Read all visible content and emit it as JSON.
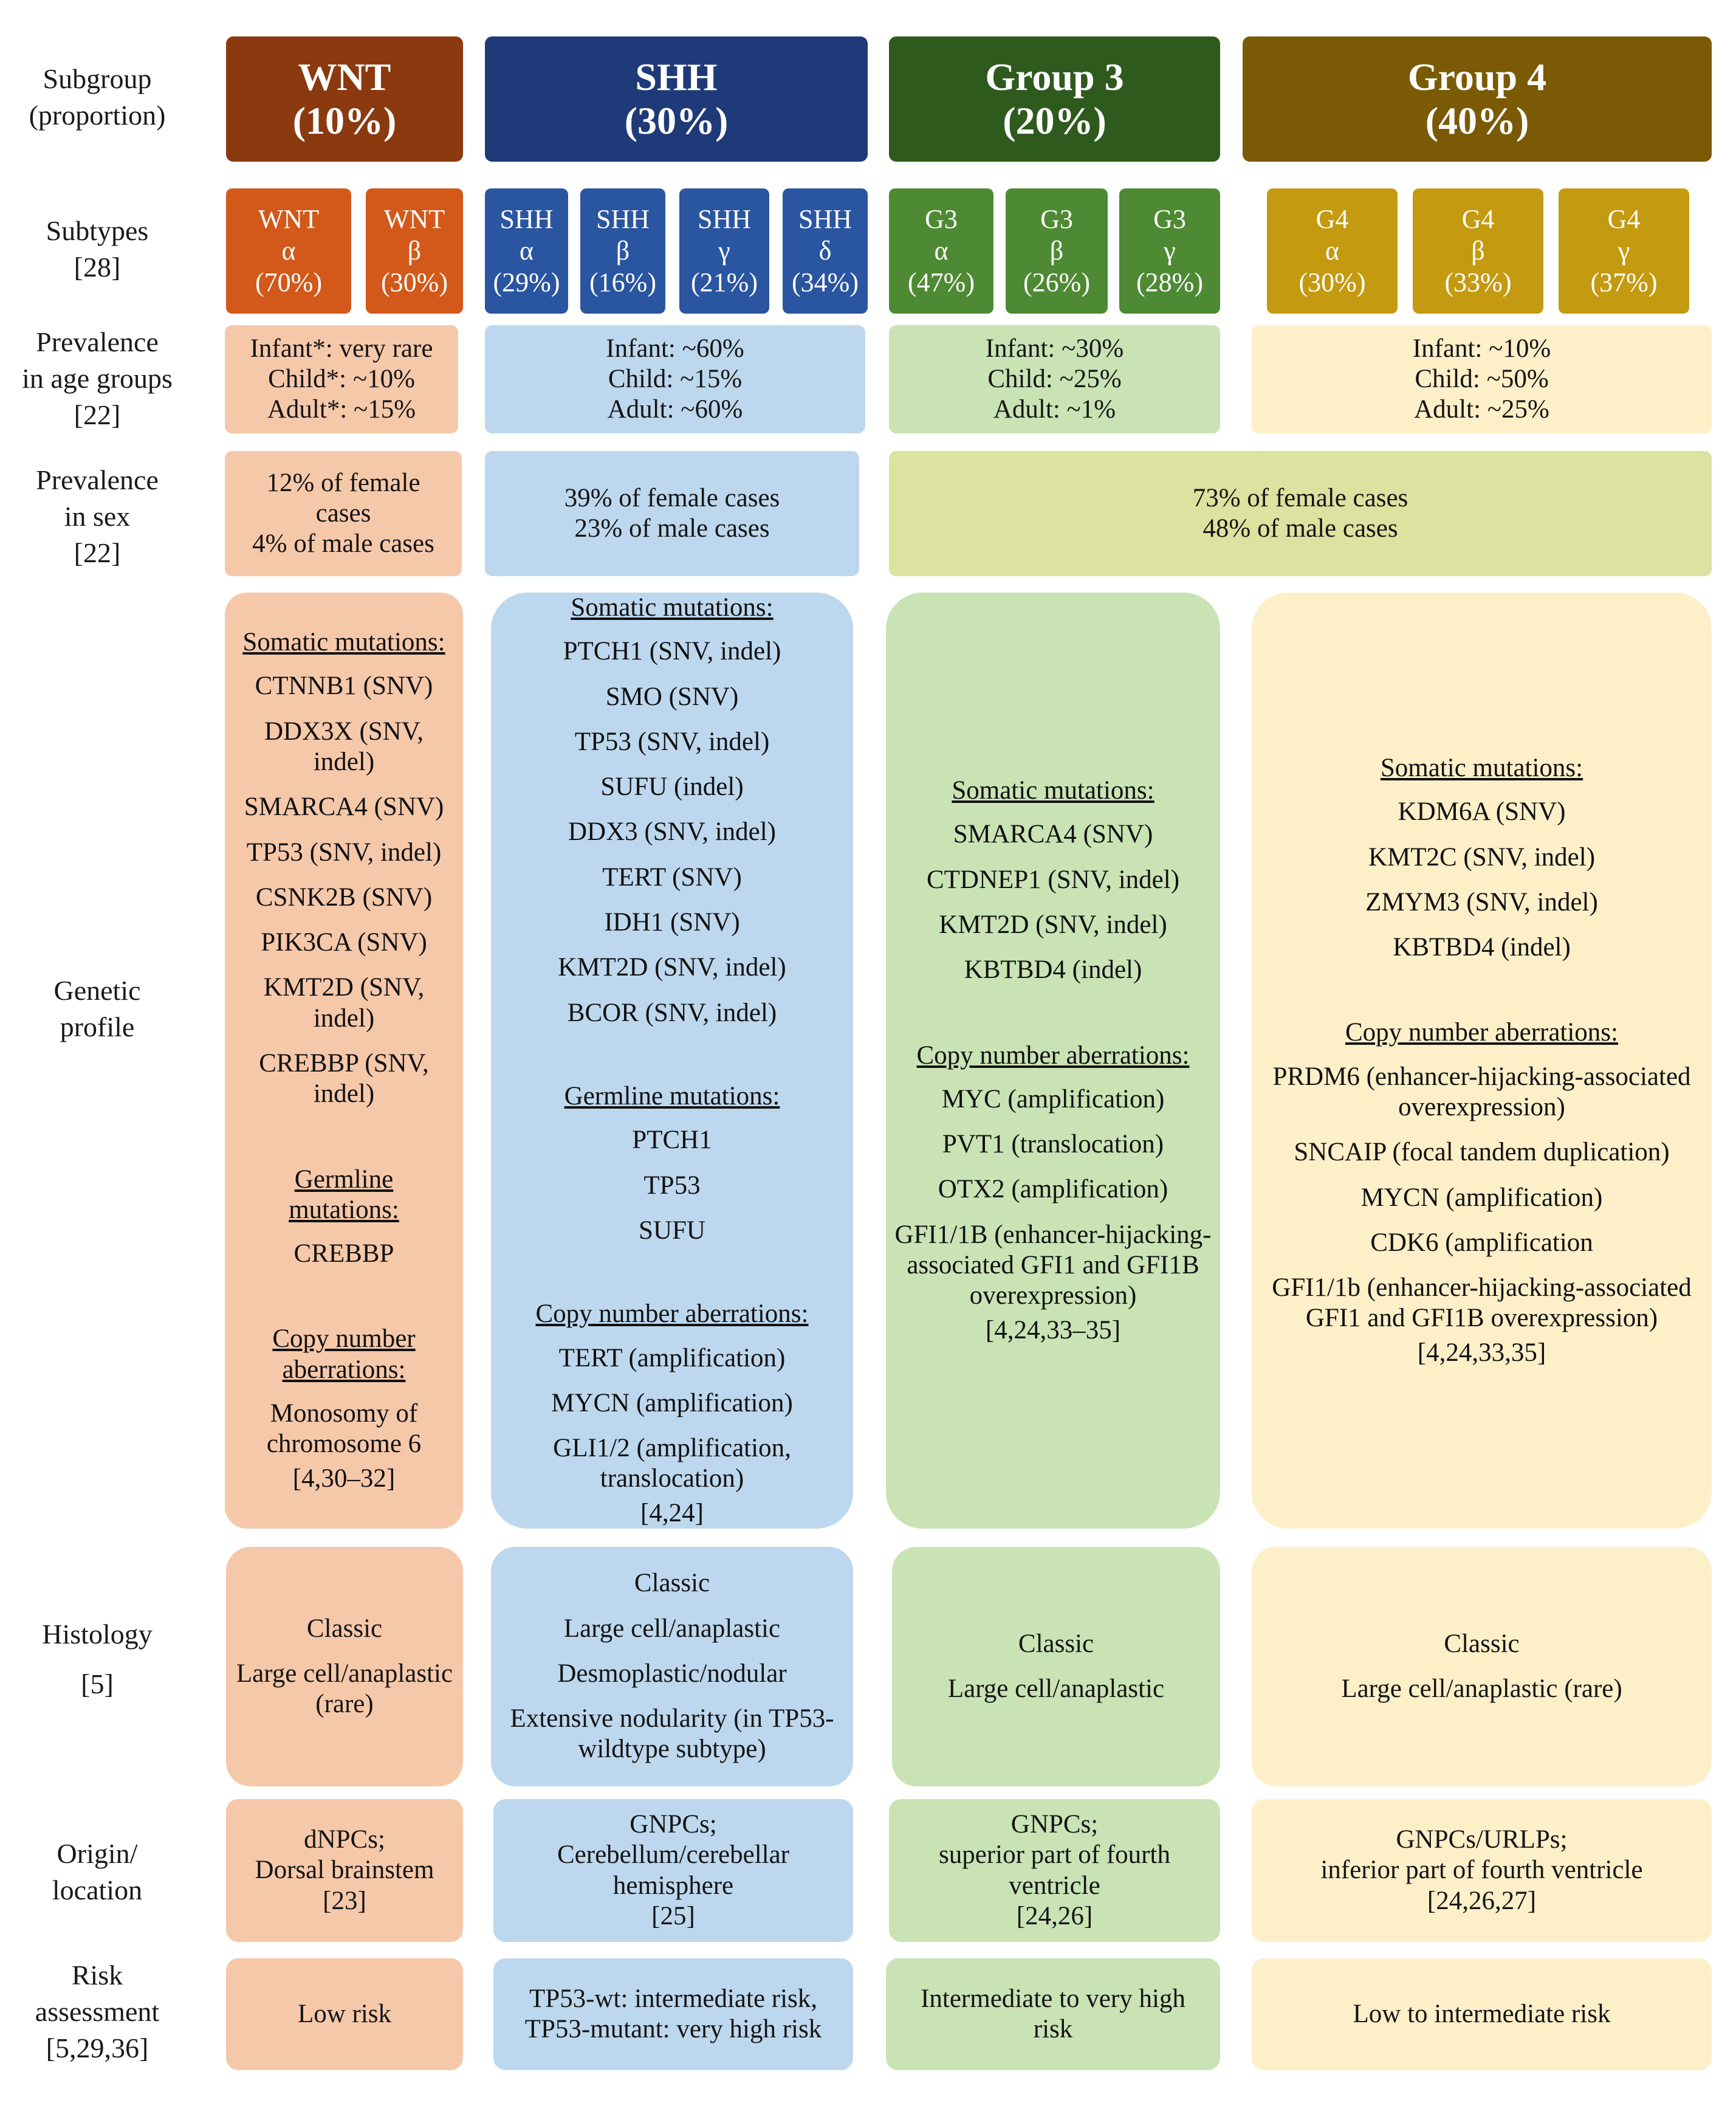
{
  "row_labels": {
    "subgroup": [
      "Subgroup",
      "(proportion)"
    ],
    "subtypes": [
      "Subtypes",
      "[28]"
    ],
    "age": [
      "Prevalence",
      "in age groups",
      "[22]"
    ],
    "sex": [
      "Prevalence",
      "in sex",
      "[22]"
    ],
    "genetic": [
      "Genetic",
      "profile"
    ],
    "histology": [
      "Histology",
      "[5]"
    ],
    "origin": [
      "Origin/",
      "location"
    ],
    "risk": [
      "Risk",
      "assessment",
      "[5,29,36]"
    ]
  },
  "colors": {
    "wnt_header": "#8B3A10",
    "shh_header": "#1F3A78",
    "g3_header": "#2F5A1E",
    "g4_header": "#7A5A05",
    "wnt_sub": "#D2591A",
    "shh_sub": "#2A55A0",
    "g3_sub": "#4E8A34",
    "g4_sub": "#C49A10",
    "wnt_pale": "#F6C8AA",
    "shh_pale": "#BDD8EE",
    "g3_pale": "#C9E3B5",
    "g4_pale": "#FDEFC8",
    "g34_sex": "#DCE3A0"
  },
  "headers": {
    "wnt": [
      "WNT",
      "(10%)"
    ],
    "shh": [
      "SHH",
      "(30%)"
    ],
    "g3": [
      "Group 3",
      "(20%)"
    ],
    "g4": [
      "Group 4",
      "(40%)"
    ]
  },
  "subtypes": {
    "wnt_a": [
      "WNT",
      "α",
      "(70%)"
    ],
    "wnt_b": [
      "WNT",
      "β",
      "(30%)"
    ],
    "shh_a": [
      "SHH",
      "α",
      "(29%)"
    ],
    "shh_b": [
      "SHH",
      "β",
      "(16%)"
    ],
    "shh_g": [
      "SHH",
      "γ",
      "(21%)"
    ],
    "shh_d": [
      "SHH",
      "δ",
      "(34%)"
    ],
    "g3_a": [
      "G3",
      "α",
      "(47%)"
    ],
    "g3_b": [
      "G3",
      "β",
      "(26%)"
    ],
    "g3_g": [
      "G3",
      "γ",
      "(28%)"
    ],
    "g4_a": [
      "G4",
      "α",
      "(30%)"
    ],
    "g4_b": [
      "G4",
      "β",
      "(33%)"
    ],
    "g4_g": [
      "G4",
      "γ",
      "(37%)"
    ]
  },
  "age": {
    "wnt": [
      "Infant*: very rare",
      "Child*: ~10%",
      "Adult*: ~15%"
    ],
    "shh": [
      "Infant: ~60%",
      "Child: ~15%",
      "Adult: ~60%"
    ],
    "g3": [
      "Infant: ~30%",
      "Child: ~25%",
      "Adult: ~1%"
    ],
    "g4": [
      "Infant: ~10%",
      "Child: ~50%",
      "Adult: ~25%"
    ]
  },
  "sex": {
    "wnt": [
      "12% of female",
      "cases",
      "4% of male cases"
    ],
    "shh": [
      "39% of female cases",
      "23% of male cases"
    ],
    "g34": [
      "73% of female cases",
      "48% of male cases"
    ]
  },
  "genetic": {
    "wnt": {
      "somatic_title": "Somatic mutations:",
      "somatic": [
        "CTNNB1 (SNV)",
        "DDX3X (SNV, indel)",
        "SMARCA4 (SNV)",
        "TP53 (SNV, indel)",
        "CSNK2B (SNV)",
        "PIK3CA (SNV)",
        "KMT2D (SNV, indel)",
        "CREBBP (SNV, indel)"
      ],
      "germline_title": "Germline mutations:",
      "germline": [
        "CREBBP"
      ],
      "cna_title": "Copy number aberrations:",
      "cna": [
        "Monosomy of chromosome 6"
      ],
      "refs": "[4,30–32]"
    },
    "shh": {
      "somatic_title": "Somatic mutations:",
      "somatic": [
        "PTCH1 (SNV, indel)",
        "SMO (SNV)",
        "TP53 (SNV, indel)",
        "SUFU (indel)",
        "DDX3 (SNV, indel)",
        "TERT (SNV)",
        "IDH1 (SNV)",
        "KMT2D (SNV, indel)",
        "BCOR (SNV, indel)"
      ],
      "germline_title": "Germline mutations:",
      "germline": [
        "PTCH1",
        "TP53",
        "SUFU"
      ],
      "cna_title": "Copy number aberrations:",
      "cna": [
        "TERT (amplification)",
        "MYCN (amplification)",
        "GLI1/2 (amplification, translocation)"
      ],
      "refs": "[4,24]"
    },
    "g3": {
      "somatic_title": "Somatic mutations:",
      "somatic": [
        "SMARCA4 (SNV)",
        "CTDNEP1 (SNV, indel)",
        "KMT2D (SNV, indel)",
        "KBTBD4 (indel)"
      ],
      "cna_title": "Copy number aberrations:",
      "cna": [
        "MYC (amplification)",
        "PVT1 (translocation)",
        "OTX2 (amplification)",
        "GFI1/1B (enhancer-hijacking-associated GFI1 and GFI1B overexpression)"
      ],
      "refs": "[4,24,33–35]"
    },
    "g4": {
      "somatic_title": "Somatic mutations:",
      "somatic": [
        "KDM6A (SNV)",
        "KMT2C (SNV, indel)",
        "ZMYM3 (SNV, indel)",
        "KBTBD4 (indel)"
      ],
      "cna_title": "Copy number aberrations:",
      "cna": [
        "PRDM6 (enhancer-hijacking-associated overexpression)",
        "SNCAIP (focal tandem duplication)",
        "MYCN (amplification)",
        "CDK6 (amplification",
        "GFI1/1b (enhancer-hijacking-associated GFI1 and GFI1B overexpression)"
      ],
      "refs": "[4,24,33,35]"
    }
  },
  "histology": {
    "wnt": [
      "Classic",
      "Large cell/anaplastic (rare)"
    ],
    "shh": [
      "Classic",
      "Large cell/anaplastic",
      "Desmoplastic/nodular",
      "Extensive nodularity (in TP53-wildtype subtype)"
    ],
    "g3": [
      "Classic",
      "Large cell/anaplastic"
    ],
    "g4": [
      "Classic",
      "Large cell/anaplastic (rare)"
    ]
  },
  "origin": {
    "wnt": [
      "dNPCs;",
      "Dorsal brainstem",
      "[23]"
    ],
    "shh": [
      "GNPCs;",
      "Cerebellum/cerebellar hemisphere",
      "[25]"
    ],
    "g3": [
      "GNPCs;",
      "superior part of fourth ventricle",
      "[24,26]"
    ],
    "g4": [
      "GNPCs/URLPs;",
      "inferior part of fourth ventricle",
      "[24,26,27]"
    ]
  },
  "risk": {
    "wnt": [
      "Low risk"
    ],
    "shh": [
      "TP53-wt: intermediate risk,",
      "TP53-mutant: very high risk"
    ],
    "g3": [
      "Intermediate to very high risk"
    ],
    "g4": [
      "Low to intermediate risk"
    ]
  }
}
